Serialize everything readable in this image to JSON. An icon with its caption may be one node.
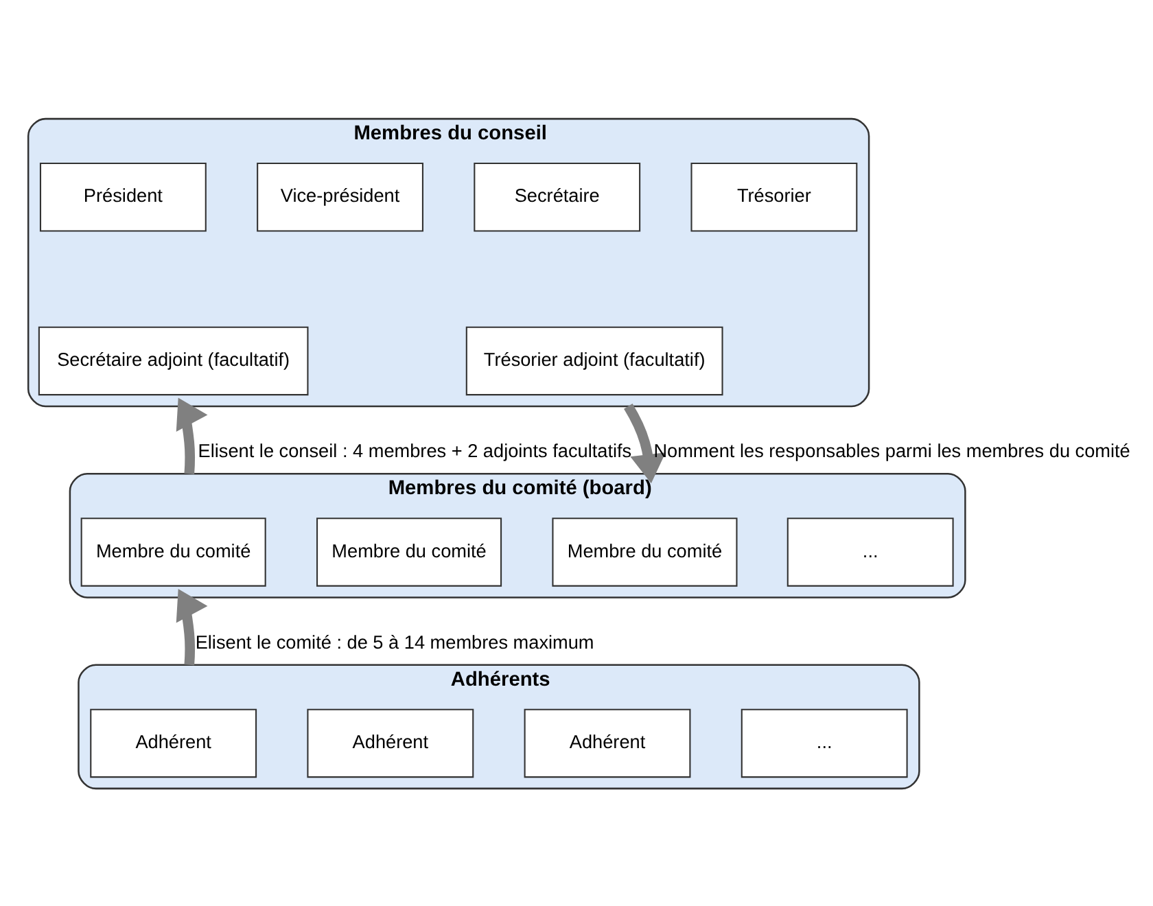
{
  "diagram": {
    "nodes": [
      {
        "text": [
          "Membres du conseil"
        ]
      },
      {
        "text": [
          "Président"
        ],
        "in": 0
      },
      {
        "text": [
          "Vice-président"
        ],
        "in": 0
      },
      {
        "text": [
          "Secrétaire"
        ],
        "in": 0
      },
      {
        "text": [
          "Trésorier"
        ],
        "in": 0
      },
      {
        "text": [
          "Secrétaire adjoint (facultatif)"
        ],
        "in": 0
      },
      {
        "text": [
          "Trésorier adjoint (facultatif)"
        ],
        "in": 0
      },
      {
        "text": [
          "Membres du comité (board)"
        ]
      },
      {
        "text": [
          "Membre du comité"
        ],
        "in": 7
      },
      {
        "text": [
          "Membre du comité"
        ],
        "in": 7
      },
      {
        "text": [
          "Membre du comité"
        ],
        "in": 7
      },
      {
        "text": [
          "..."
        ],
        "in": 7
      },
      {
        "text": [
          "Adhérents"
        ]
      },
      {
        "text": [
          "Adhérent"
        ],
        "in": 12
      },
      {
        "text": [
          "Adhérent"
        ],
        "in": 12
      },
      {
        "text": [
          "Adhérent"
        ],
        "in": 12
      },
      {
        "text": [
          "..."
        ],
        "in": 12
      }
    ],
    "edges": [
      {
        "from": 7,
        "to": 0,
        "arrow": "to",
        "label": "Elisent le conseil : 4 membres + 2 adjoints facultatifs"
      },
      {
        "from": 0,
        "to": 7,
        "arrow": "to",
        "label": "Nomment les responsables parmi les membres du comité"
      },
      {
        "from": 12,
        "to": 7,
        "arrow": "to",
        "label": "Elisent le comité : de 5 à 14 membres maximum"
      }
    ]
  }
}
